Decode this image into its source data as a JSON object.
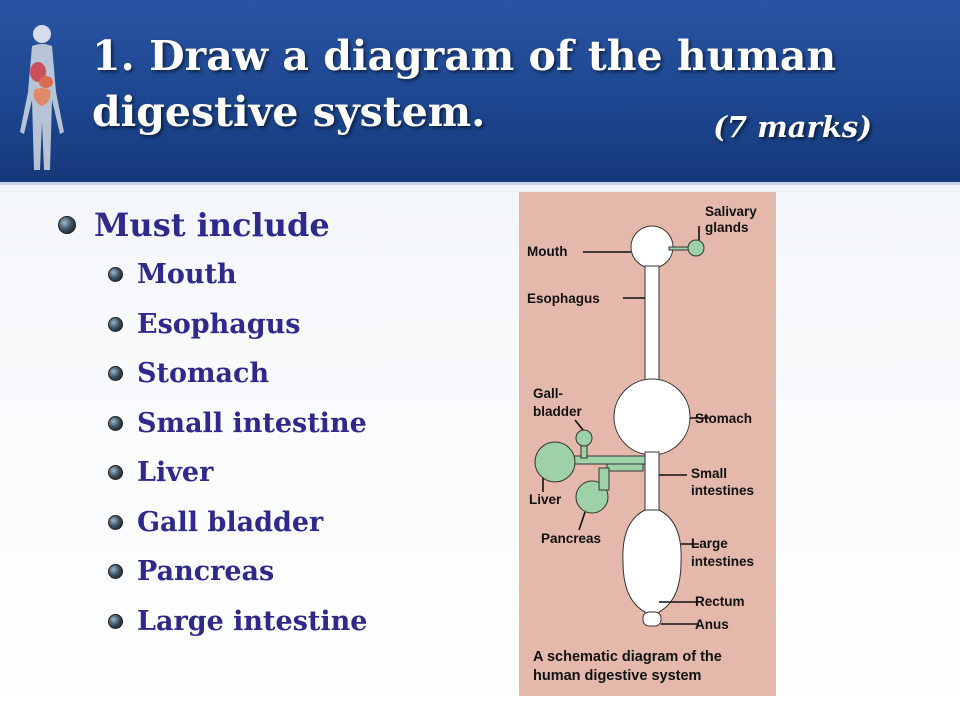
{
  "header": {
    "title_line1": "1. Draw a diagram of the human",
    "title_line2": "digestive system.",
    "marks": "(7 marks)"
  },
  "list": {
    "heading": "Must include",
    "items": [
      "Mouth",
      "Esophagus",
      "Stomach",
      "Small intestine",
      "Liver",
      "Gall bladder",
      "Pancreas",
      "Large intestine"
    ]
  },
  "diagram": {
    "labels": {
      "salivary_1": "Salivary",
      "salivary_2": "glands",
      "mouth": "Mouth",
      "esophagus": "Esophagus",
      "gall_1": "Gall-",
      "gall_2": "bladder",
      "stomach": "Stomach",
      "small_1": "Small",
      "small_2": "intestines",
      "liver": "Liver",
      "pancreas": "Pancreas",
      "large_1": "Large",
      "large_2": "intestines",
      "rectum": "Rectum",
      "anus": "Anus"
    },
    "caption_1": "A schematic diagram of the",
    "caption_2": "human digestive system",
    "colors": {
      "background": "#e4b8ab",
      "organ": "#ffffff",
      "gland": "#9fd1a8"
    }
  }
}
